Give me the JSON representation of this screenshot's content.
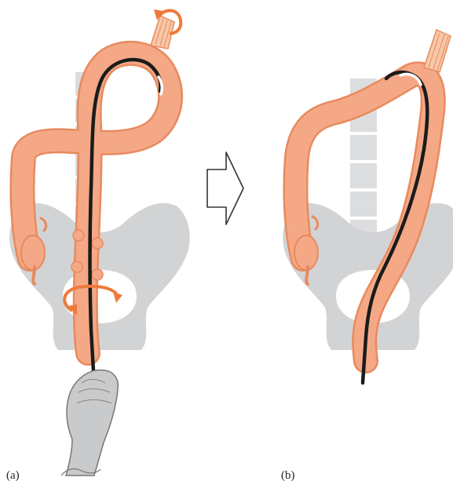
{
  "panels": [
    {
      "id": "a",
      "label": "(a)"
    },
    {
      "id": "b",
      "label": "(b)"
    }
  ],
  "colors": {
    "colon_fill": "#f4a886",
    "colon_outline": "#e88a5e",
    "bone": "#d2d3d5",
    "spine": "#dcdddf",
    "scope": "#1b1b1b",
    "rotation_arrow": "#ee7a3c",
    "glove": "#c9cacc",
    "background": "#ffffff"
  },
  "icons": {
    "transition": "right-arrow-icon",
    "rotation": "curved-arrow-icon"
  }
}
